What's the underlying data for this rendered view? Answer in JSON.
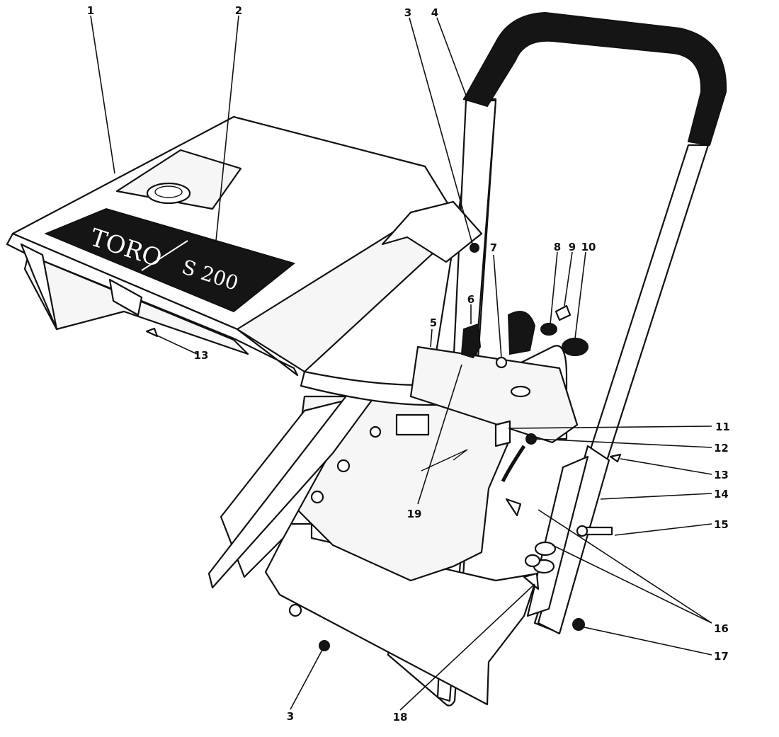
{
  "brand": {
    "logo_text": "TORO",
    "model_text": "S 200"
  },
  "callouts": [
    {
      "id": "c1",
      "number": "1"
    },
    {
      "id": "c2",
      "number": "2"
    },
    {
      "id": "c3a",
      "number": "3"
    },
    {
      "id": "c4",
      "number": "4"
    },
    {
      "id": "c5",
      "number": "5"
    },
    {
      "id": "c6",
      "number": "6"
    },
    {
      "id": "c7",
      "number": "7"
    },
    {
      "id": "c8",
      "number": "8"
    },
    {
      "id": "c9",
      "number": "9"
    },
    {
      "id": "c10",
      "number": "10"
    },
    {
      "id": "c11",
      "number": "11"
    },
    {
      "id": "c12",
      "number": "12"
    },
    {
      "id": "c13a",
      "number": "13"
    },
    {
      "id": "c13b",
      "number": "13"
    },
    {
      "id": "c14",
      "number": "14"
    },
    {
      "id": "c15",
      "number": "15"
    },
    {
      "id": "c16",
      "number": "16"
    },
    {
      "id": "c17",
      "number": "17"
    },
    {
      "id": "c3b",
      "number": "3"
    },
    {
      "id": "c18",
      "number": "18"
    },
    {
      "id": "c19",
      "number": "19"
    }
  ]
}
